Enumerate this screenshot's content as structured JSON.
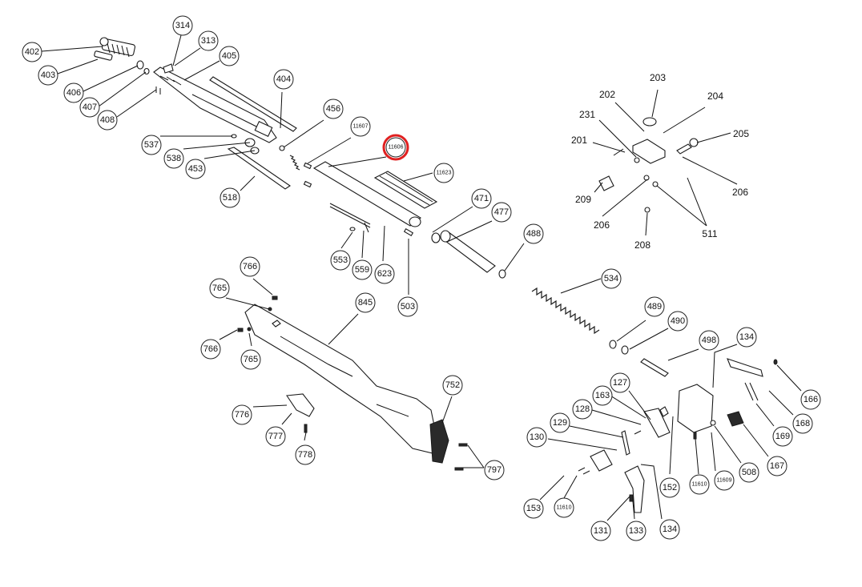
{
  "callouts": {
    "c402": "402",
    "c403": "403",
    "c406": "406",
    "c407": "407",
    "c408": "408",
    "c314": "314",
    "c313": "313",
    "c405": "405",
    "c404": "404",
    "c456": "456",
    "c11607": "11607",
    "c11606": "11606",
    "c11623": "11623",
    "c537": "537",
    "c538": "538",
    "c453": "453",
    "c518": "518",
    "c471": "471",
    "c477": "477",
    "c488": "488",
    "c553": "553",
    "c559": "559",
    "c623": "623",
    "c503": "503",
    "c766a": "766",
    "c765a": "765",
    "c845": "845",
    "c766b": "766",
    "c765b": "765",
    "c534": "534",
    "c489": "489",
    "c490": "490",
    "c498": "498",
    "c134a": "134",
    "c752": "752",
    "c776": "776",
    "c777": "777",
    "c778": "778",
    "c797": "797",
    "c127": "127",
    "c163": "163",
    "c128": "128",
    "c129": "129",
    "c130": "130",
    "c166": "166",
    "c168": "168",
    "c169": "169",
    "c167": "167",
    "c508": "508",
    "c11609": "11609",
    "c11610a": "11610",
    "c152": "152",
    "c153": "153",
    "c11610b": "11610",
    "c131": "131",
    "c133": "133",
    "c134b": "134",
    "t203": "203",
    "t202": "202",
    "t204": "204",
    "t231": "231",
    "t201": "201",
    "t205": "205",
    "t209": "209",
    "t206a": "206",
    "t206b": "206",
    "t208": "208",
    "t511": "511"
  },
  "highlight": {
    "part": "11606",
    "color": "#e02020"
  }
}
